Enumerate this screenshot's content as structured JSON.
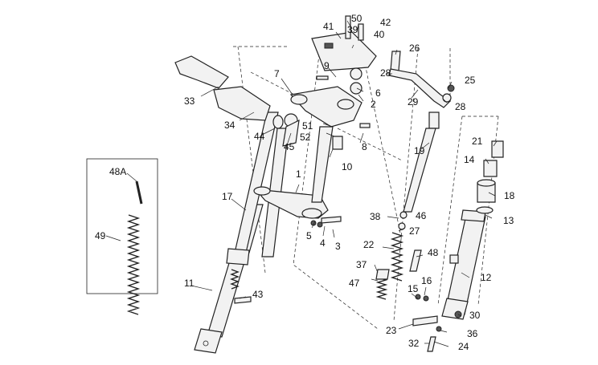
{
  "labels": {
    "p1": "1",
    "p2": "2",
    "p3": "3",
    "p4": "4",
    "p5": "5",
    "p6": "6",
    "p7": "7",
    "p8": "8",
    "p9": "9",
    "p10": "10",
    "p11": "11",
    "p12": "12",
    "p13": "13",
    "p14": "14",
    "p15": "15",
    "p16": "16",
    "p17": "17",
    "p18": "18",
    "p19": "19",
    "p21": "21",
    "p22": "22",
    "p23": "23",
    "p24": "24",
    "p25": "25",
    "p26": "26",
    "p27": "27",
    "p28a": "28",
    "p28b": "28",
    "p29": "29",
    "p30": "30",
    "p32": "32",
    "p33": "33",
    "p34": "34",
    "p36": "36",
    "p37": "37",
    "p38": "38",
    "p39": "39",
    "p40": "40",
    "p41": "41",
    "p42": "42",
    "p43": "43",
    "p44": "44",
    "p45": "45",
    "p46": "46",
    "p47": "47",
    "p48": "48",
    "p48a": "48A",
    "p49": "49",
    "p50": "50",
    "p51": "51",
    "p52": "52"
  }
}
